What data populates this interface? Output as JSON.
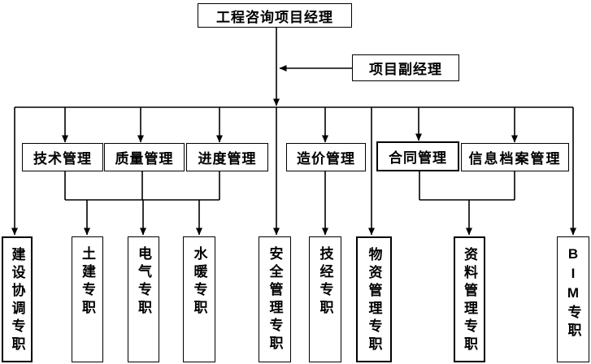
{
  "diagram": {
    "title": "project-organization-chart",
    "colors": {
      "line": "#000000",
      "box_border": "#000000",
      "background": "#ffffff",
      "text": "#000000"
    },
    "root": {
      "label": "工程咨询项目经理"
    },
    "deputy": {
      "label": "项目副经理"
    },
    "middle": [
      {
        "id": "technical",
        "label": "技术管理"
      },
      {
        "id": "quality",
        "label": "质量管理"
      },
      {
        "id": "schedule",
        "label": "进度管理"
      },
      {
        "id": "cost",
        "label": "造价管理"
      },
      {
        "id": "contract",
        "label": "合同管理"
      },
      {
        "id": "info-archive",
        "label": "信息档案管理"
      }
    ],
    "bottom": [
      {
        "id": "construction-coordination",
        "label": "建设协调专职"
      },
      {
        "id": "civil",
        "label": "土建专职"
      },
      {
        "id": "electrical",
        "label": "电气专职"
      },
      {
        "id": "water-heating",
        "label": "水暖专职"
      },
      {
        "id": "safety",
        "label": "安全管理专职"
      },
      {
        "id": "tech-economic",
        "label": "技经专职"
      },
      {
        "id": "materials",
        "label": "物资管理专职"
      },
      {
        "id": "documents",
        "label": "资料管理专职"
      },
      {
        "id": "bim",
        "label": "BIM专职"
      }
    ]
  }
}
